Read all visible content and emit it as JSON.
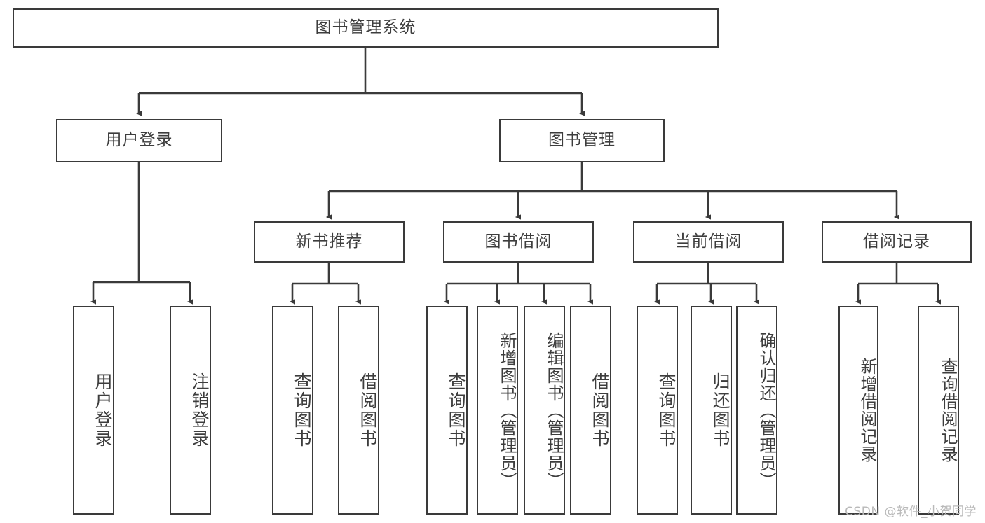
{
  "diagram": {
    "title": "图书管理系统",
    "type": "hierarchy-tree",
    "watermark": "CSDN @软件_小贺同学",
    "colors": {
      "border": "#3a3a3a",
      "text": "#3d3d3d",
      "background": "#ffffff",
      "watermark": "#b9b9b9"
    },
    "root": {
      "label": "图书管理系统"
    },
    "level2": [
      {
        "label": "用户登录"
      },
      {
        "label": "图书管理"
      }
    ],
    "level3": [
      {
        "label": "新书推荐"
      },
      {
        "label": "图书借阅"
      },
      {
        "label": "当前借阅"
      },
      {
        "label": "借阅记录"
      }
    ],
    "leaves": {
      "user_login": [
        {
          "label": "用户登录"
        },
        {
          "label": "注销登录"
        }
      ],
      "new_book_recommend": [
        {
          "label": "查询图书"
        },
        {
          "label": "借阅图书"
        }
      ],
      "book_borrow": [
        {
          "label": "查询图书"
        },
        {
          "label": "新增图书（管理员）"
        },
        {
          "label": "编辑图书（管理员）"
        },
        {
          "label": "借阅图书"
        }
      ],
      "current_borrow": [
        {
          "label": "查询图书"
        },
        {
          "label": "归还图书"
        },
        {
          "label": "确认归还（管理员）"
        }
      ],
      "borrow_records": [
        {
          "label": "新增借阅记录"
        },
        {
          "label": "查询借阅记录"
        }
      ]
    }
  }
}
